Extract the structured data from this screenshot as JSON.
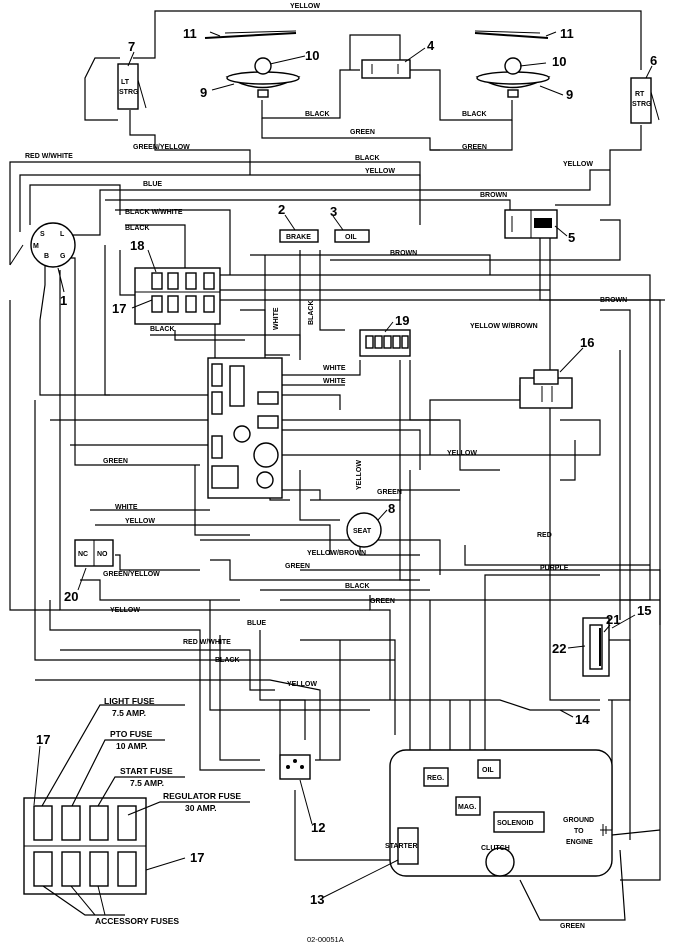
{
  "drawing_code": "02-00051A",
  "callouts": [
    "1",
    "2",
    "3",
    "4",
    "5",
    "6",
    "7",
    "8",
    "9",
    "9",
    "10",
    "10",
    "11",
    "11",
    "12",
    "13",
    "14",
    "15",
    "16",
    "17",
    "17",
    "17",
    "18",
    "19",
    "20",
    "21",
    "22"
  ],
  "components": {
    "lt_strg": [
      "LT",
      "STRG"
    ],
    "rt_strg": [
      "RT",
      "STRG"
    ],
    "brake": "BRAKE",
    "oil_switch": "OIL",
    "seat": "SEAT",
    "nc": "NC",
    "no": "NO",
    "ignition": {
      "s": "S",
      "l": "L",
      "m": "M",
      "b": "B",
      "g": "G"
    },
    "engine": {
      "reg": "REG.",
      "oil": "OIL",
      "mag": "MAG.",
      "solenoid": "SOLENOID",
      "starter": "STARTER",
      "clutch": "CLUTCH",
      "ground": [
        "GROUND",
        "TO",
        "ENGINE"
      ]
    }
  },
  "wire_labels": {
    "yellow_top": "YELLOW",
    "black_1": "BLACK",
    "green_1": "GREEN",
    "black_2": "BLACK",
    "green_yellow_1": "GREEN/YELLOW",
    "green_2": "GREEN",
    "red_white_1": "RED W/WHITE",
    "black_3": "BLACK",
    "yellow_2": "YELLOW",
    "yellow_3": "YELLOW",
    "blue_1": "BLUE",
    "brown_1": "BROWN",
    "black_white": "BLACK W/WHITE",
    "black_4": "BLACK",
    "brown_2": "BROWN",
    "brown_3": "BROWN",
    "white_v": "WHITE",
    "black_v": "BLACK",
    "black_5": "BLACK",
    "yellow_w_brown": "YELLOW W/BROWN",
    "white_1": "WHITE",
    "white_2": "WHITE",
    "green_3": "GREEN",
    "yellow_4": "YELLOW",
    "yellow_v": "YELLOW",
    "green_4": "GREEN",
    "white_3": "WHITE",
    "yellow_5": "YELLOW",
    "yellow_brown": "YELLOW/BROWN",
    "green_5": "GREEN",
    "green_yellow_2": "GREEN/YELLOW",
    "red": "RED",
    "purple": "PURPLE",
    "black_6": "BLACK",
    "green_6": "GREEN",
    "yellow_6": "YELLOW",
    "blue_2": "BLUE",
    "red_white_2": "RED W/WHITE",
    "black_7": "BLACK",
    "yellow_7": "YELLOW",
    "green_bottom": "GREEN"
  },
  "fuse_legend": {
    "light_fuse": "LIGHT FUSE",
    "light_amp": "7.5 AMP.",
    "pto_fuse": "PTO FUSE",
    "pto_amp": "10 AMP.",
    "start_fuse": "START FUSE",
    "start_amp": "7.5 AMP.",
    "regulator_fuse": "REGULATOR FUSE",
    "regulator_amp": "30 AMP.",
    "accessory_fuses": "ACCESSORY FUSES"
  }
}
